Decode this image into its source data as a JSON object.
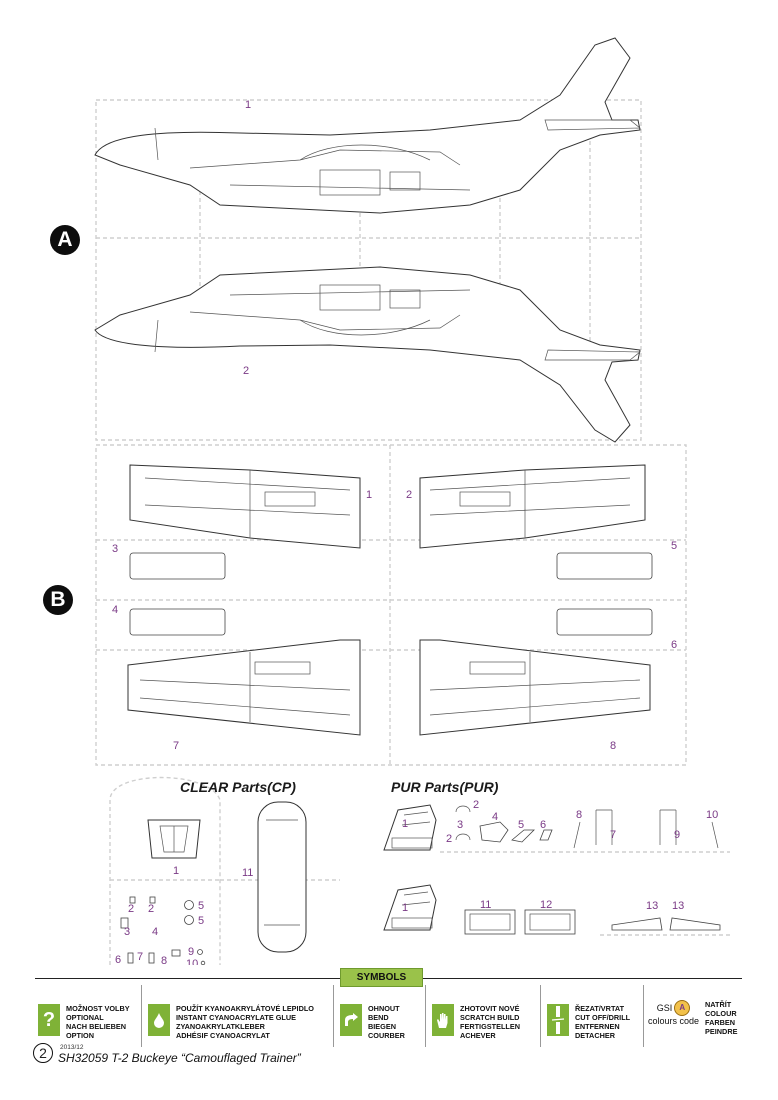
{
  "sections": {
    "a_badge": "A",
    "b_badge": "B"
  },
  "part_numbers": {
    "a1": "1",
    "a2": "2",
    "b1": "1",
    "b2": "2",
    "b3": "3",
    "b4": "4",
    "b5": "5",
    "b6": "6",
    "b7": "7",
    "b8": "8",
    "cp1": "1",
    "cp2a": "2",
    "cp2b": "2",
    "cp3": "3",
    "cp4": "4",
    "cp5a": "5",
    "cp5b": "5",
    "cp6": "6",
    "cp7": "7",
    "cp8": "8",
    "cp9": "9",
    "cp10": "10",
    "cp11": "11",
    "pur1a": "1",
    "pur1b": "1",
    "pur2a": "2",
    "pur2b": "2",
    "pur3": "3",
    "pur4": "4",
    "pur5": "5",
    "pur6": "6",
    "pur7": "7",
    "pur8": "8",
    "pur9": "9",
    "pur10": "10",
    "pur11": "11",
    "pur12": "12",
    "pur13a": "13",
    "pur13b": "13"
  },
  "clear_parts": {
    "title": "CLEAR Parts(CP)"
  },
  "pur_parts": {
    "title": "PUR Parts(PUR)"
  },
  "legend": {
    "header": "SYMBOLS",
    "optional": {
      "icon": "question-mark-icon",
      "lines": [
        "MOŽNOST VOLBY",
        "OPTIONAL",
        "NACH BELIEBEN",
        "OPTION"
      ]
    },
    "glue": {
      "icon": "glue-drop-icon",
      "lines": [
        "POUŽÍT KYANOAKRYLÁTOVÉ LEPIDLO",
        "INSTANT CYANOACRYLATE GLUE",
        "ZYANOAKRYLATKLEBER",
        "ADHÉSIF CYANOACRYLAT"
      ]
    },
    "bend": {
      "icon": "bend-arrow-icon",
      "lines": [
        "OHNOUT",
        "BEND",
        "BIEGEN",
        "COURBER"
      ]
    },
    "scratch": {
      "icon": "hand-icon",
      "lines": [
        "ZHOTOVIT NOVÉ",
        "SCRATCH BUILD",
        "FERTIGSTELLEN",
        "ACHEVER"
      ]
    },
    "cut": {
      "icon": "cut-drill-icon",
      "lines": [
        "ŘEZAT/VRTAT",
        "CUT OFF/DRILL",
        "ENTFERNEN",
        "DETACHER"
      ]
    },
    "paint": {
      "gsi": "GSI",
      "badge": "A",
      "code": "colours code",
      "lines": [
        "NATŘÍT",
        "COLOUR",
        "FARBEN",
        "PEINDRE"
      ]
    }
  },
  "footer": {
    "page": "2",
    "date": "2013/12",
    "title": "SH32059 T-2 Buckeye “Camouflaged Trainer”"
  },
  "colors": {
    "accent": "#9ac24a",
    "part_label": "#7a3a86"
  }
}
